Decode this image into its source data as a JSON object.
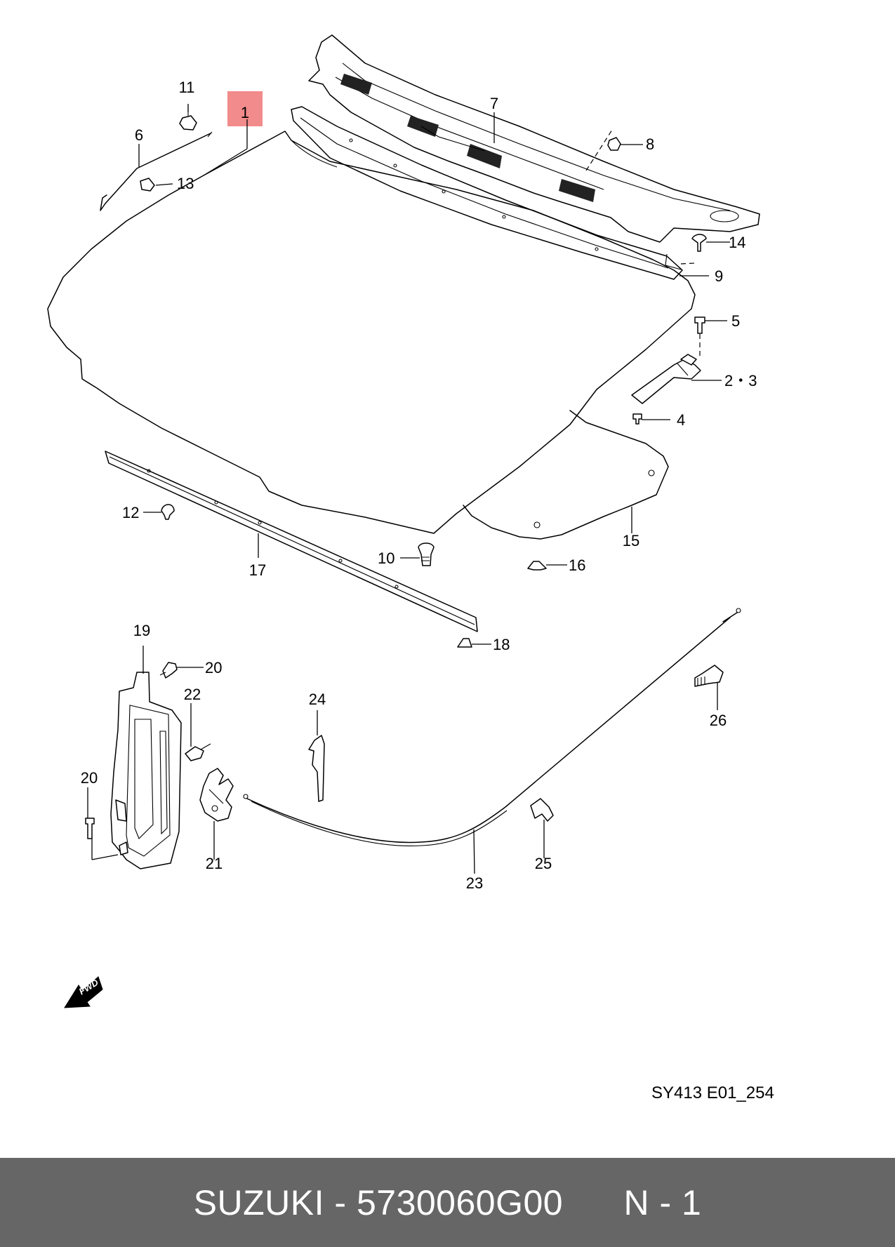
{
  "diagram": {
    "highlight_color": "#f28b8b",
    "callouts": {
      "c1": "1",
      "c23": "2・3",
      "c4": "4",
      "c5": "5",
      "c6": "6",
      "c7": "7",
      "c8": "8",
      "c9": "9",
      "c10": "10",
      "c11": "11",
      "c12": "12",
      "c13": "13",
      "c14": "14",
      "c15": "15",
      "c16": "16",
      "c17": "17",
      "c18": "18",
      "c19": "19",
      "c20a": "20",
      "c20b": "20",
      "c21": "21",
      "c22": "22",
      "c23c": "23",
      "c24": "24",
      "c25": "25",
      "c26": "26"
    },
    "drawing_code": "SY413 E01_254",
    "fwd_arrow": "FWD"
  },
  "footer": {
    "brand": "SUZUKI",
    "separator": " - ",
    "part_number": "5730060G00",
    "position": "N - 1"
  }
}
